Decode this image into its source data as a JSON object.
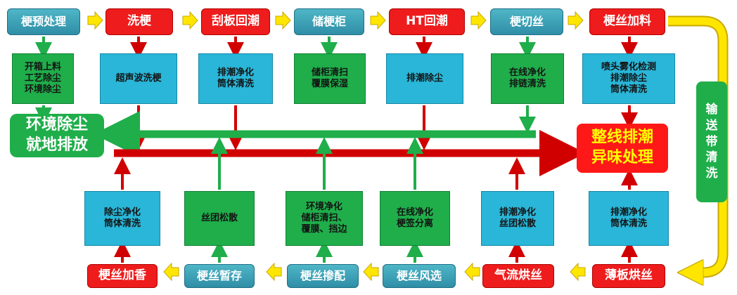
{
  "top_row": [
    {
      "id": "top-1",
      "label": "梗预处理",
      "style": "teal"
    },
    {
      "id": "top-2",
      "label": "洗梗",
      "style": "red"
    },
    {
      "id": "top-3",
      "label": "刮板回潮",
      "style": "red"
    },
    {
      "id": "top-4",
      "label": "储梗柜",
      "style": "teal"
    },
    {
      "id": "top-5",
      "label": "HT回潮",
      "style": "red"
    },
    {
      "id": "top-6",
      "label": "梗切丝",
      "style": "teal"
    },
    {
      "id": "top-7",
      "label": "梗丝加料",
      "style": "red"
    }
  ],
  "top_details": [
    {
      "id": "td-1",
      "label": "开箱上料\n工艺除尘\n环境除尘",
      "style": "green"
    },
    {
      "id": "td-2",
      "label": "超声波洗梗",
      "style": "cyan"
    },
    {
      "id": "td-3",
      "label": "排潮净化\n筒体清洗",
      "style": "cyan"
    },
    {
      "id": "td-4",
      "label": "储柜清扫\n覆膜保湿",
      "style": "green"
    },
    {
      "id": "td-5",
      "label": "排潮除尘",
      "style": "cyan"
    },
    {
      "id": "td-6",
      "label": "在线净化\n排链清洗",
      "style": "green"
    },
    {
      "id": "td-7",
      "label": "喷头雾化检测\n排潮除尘\n筒体清洗",
      "style": "cyan"
    }
  ],
  "bottom_row": [
    {
      "id": "bot-1",
      "label": "梗丝加香",
      "style": "red"
    },
    {
      "id": "bot-2",
      "label": "梗丝暂存",
      "style": "teal"
    },
    {
      "id": "bot-3",
      "label": "梗丝掺配",
      "style": "teal"
    },
    {
      "id": "bot-4",
      "label": "梗丝风选",
      "style": "teal"
    },
    {
      "id": "bot-5",
      "label": "气流烘丝",
      "style": "red"
    },
    {
      "id": "bot-6",
      "label": "薄板烘丝",
      "style": "red"
    }
  ],
  "bottom_details": [
    {
      "id": "bd-1",
      "label": "除尘净化\n筒体清洗",
      "style": "cyan"
    },
    {
      "id": "bd-2",
      "label": "丝团松散",
      "style": "green"
    },
    {
      "id": "bd-3",
      "label": "环境净化\n储柜清扫、\n覆膜、挡边",
      "style": "green"
    },
    {
      "id": "bd-4",
      "label": "在线净化\n梗签分离",
      "style": "green"
    },
    {
      "id": "bd-5",
      "label": "排潮净化\n丝团松散",
      "style": "cyan"
    },
    {
      "id": "bd-6",
      "label": "排潮净化\n筒体清洗",
      "style": "cyan"
    }
  ],
  "env_dust": {
    "label": "环境除尘\n就地排放"
  },
  "odor": {
    "label": "整线排潮\n异味处理"
  },
  "conveyor": {
    "label": "输\n送\n带\n清\n洗"
  },
  "colors": {
    "red_arrow": "#d10000",
    "green_arrow": "#1fae4a",
    "yellow_arrow": "#ffe600",
    "yellow_outline": "#c8a800"
  }
}
